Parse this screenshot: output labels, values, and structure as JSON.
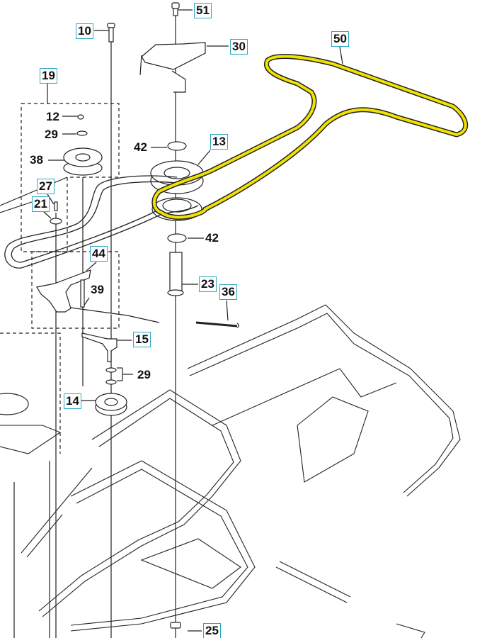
{
  "diagram": {
    "title": "Drive belt and pulley assembly exploded view",
    "colors": {
      "highlight_belt": "#f2e200",
      "callout_border": "#2aa9c0",
      "line": "#222222"
    },
    "callouts": [
      {
        "id": "51",
        "boxed": true
      },
      {
        "id": "10",
        "boxed": true
      },
      {
        "id": "30",
        "boxed": true
      },
      {
        "id": "50",
        "boxed": true
      },
      {
        "id": "19",
        "boxed": true
      },
      {
        "id": "12",
        "boxed": false
      },
      {
        "id": "29",
        "boxed": false
      },
      {
        "id": "38",
        "boxed": false
      },
      {
        "id": "42",
        "boxed": false
      },
      {
        "id": "13",
        "boxed": true
      },
      {
        "id": "27",
        "boxed": true
      },
      {
        "id": "21",
        "boxed": true
      },
      {
        "id": "44",
        "boxed": true
      },
      {
        "id": "39",
        "boxed": false
      },
      {
        "id": "23",
        "boxed": true
      },
      {
        "id": "36",
        "boxed": true
      },
      {
        "id": "15",
        "boxed": true
      },
      {
        "id": "29",
        "boxed": false
      },
      {
        "id": "14",
        "boxed": true
      },
      {
        "id": "42",
        "boxed": false
      },
      {
        "id": "25",
        "boxed": true
      }
    ]
  }
}
